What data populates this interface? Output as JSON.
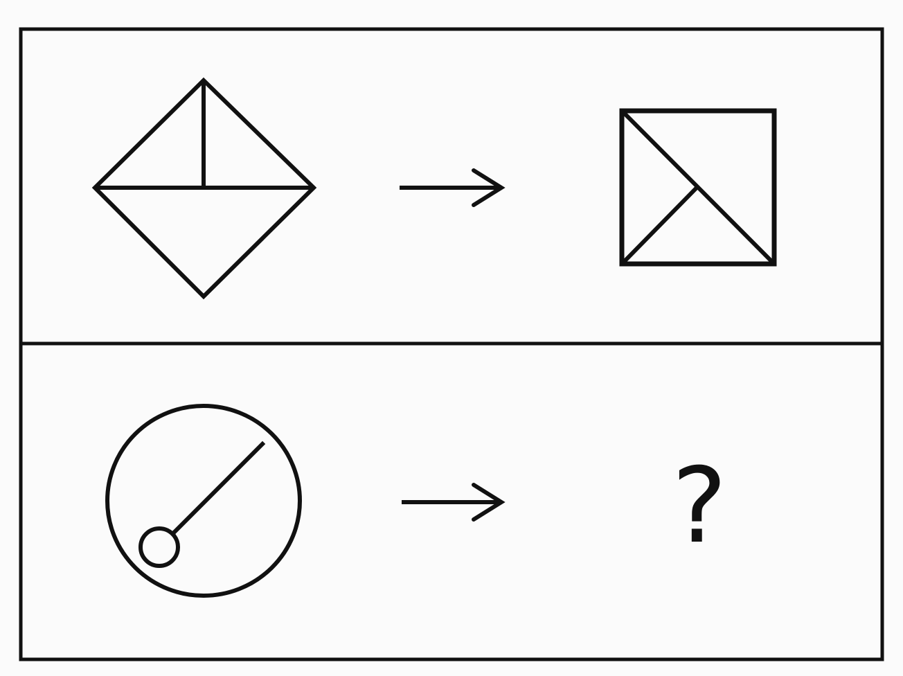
{
  "puzzle": {
    "example_row": {
      "input_shape": "diamond-with-horizontal-and-vertical-lines",
      "arrow": "right-arrow",
      "output_shape": "square-with-diagonal-and-branch"
    },
    "question_row": {
      "input_shape": "circle-with-diagonal-line-and-small-circle",
      "arrow": "right-arrow",
      "answer_placeholder": "?"
    },
    "colors": {
      "stroke": "#111111",
      "background": "#fbfbfb"
    }
  }
}
